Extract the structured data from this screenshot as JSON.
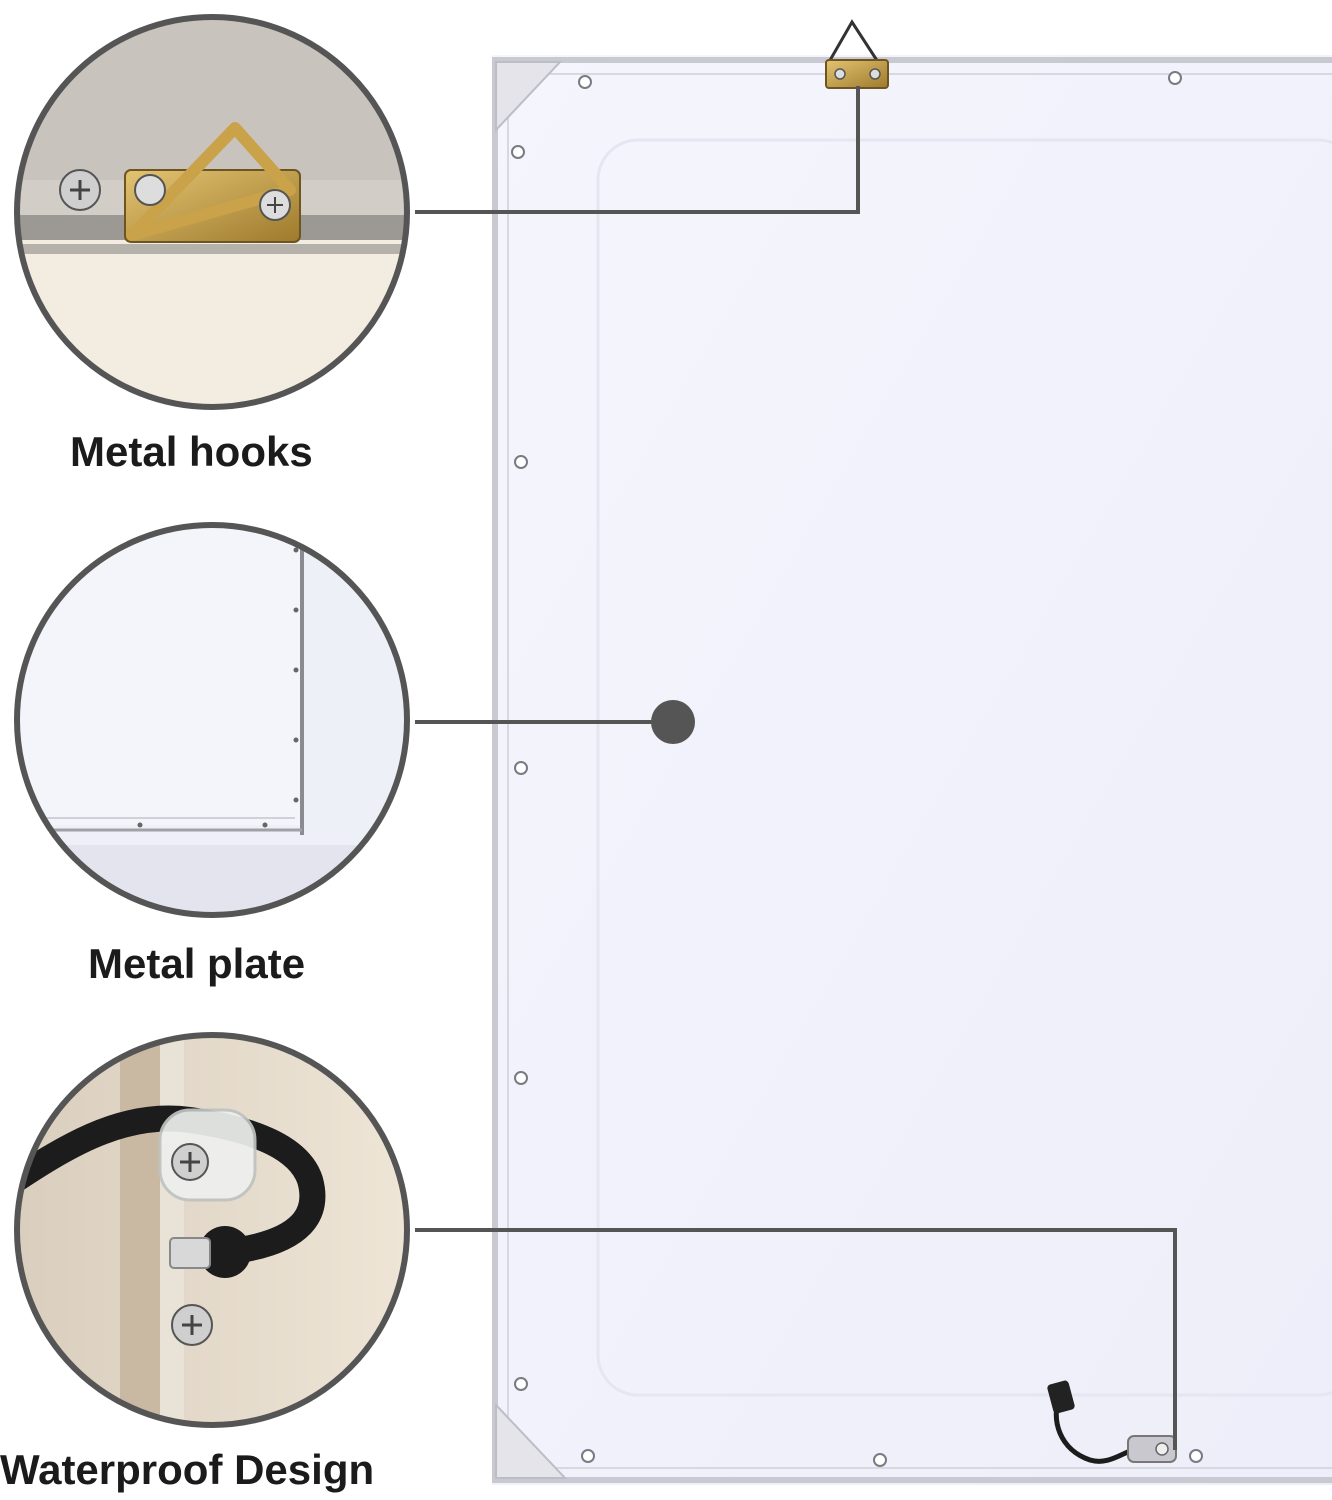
{
  "captions": {
    "metal_hooks": "Metal hooks",
    "metal_plate": "Metal plate",
    "waterproof_design": "Waterproof Design"
  },
  "colors": {
    "callout_line": "#555555",
    "circle_border": "#555555",
    "panel_face": "#f1f1fb",
    "frame": "#c8c8d0",
    "hook_brass": "#c9a24a",
    "cable": "#1c1c1c"
  }
}
